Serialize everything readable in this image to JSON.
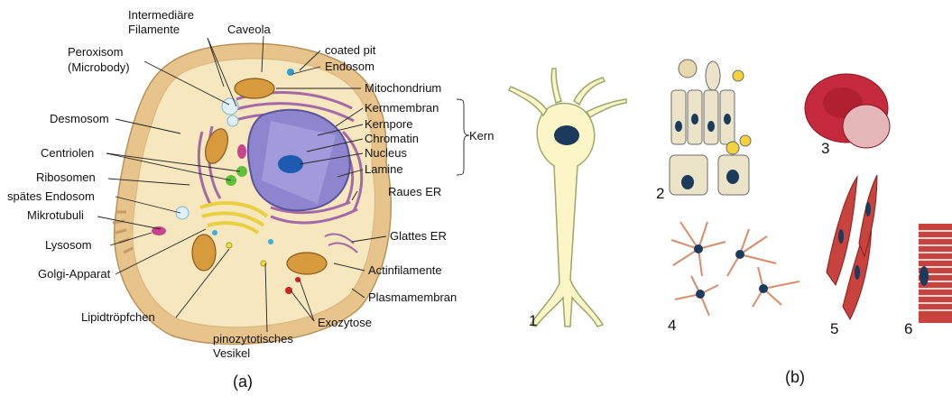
{
  "panel_a": {
    "caption": "(a)",
    "labels": {
      "intermediate_filaments_1": "Intermediäre",
      "intermediate_filaments_2": "Filamente",
      "caveola": "Caveola",
      "coated_pit": "coated pit",
      "endosome": "Endosom",
      "peroxisome_1": "Peroxisom",
      "peroxisome_2": "(Microbody)",
      "mitochondrion": "Mitochondrium",
      "desmosome": "Desmosom",
      "nuclear_membrane": "Kernmembran",
      "nuclear_pore": "Kernpore",
      "chromatin": "Chromatin",
      "nucleolus": "Nucleus",
      "lamina": "Lamine",
      "nucleus_group": "Kern",
      "centrioles": "Centriolen",
      "ribosomes": "Ribosomen",
      "late_endosome": "spätes Endosom",
      "microtubules": "Mikrotubuli",
      "rough_er": "Raues ER",
      "lysosome": "Lysosom",
      "smooth_er": "Glattes ER",
      "golgi": "Golgi-Apparat",
      "actin_filaments": "Actinfilamente",
      "plasma_membrane": "Plasmamembran",
      "lipid_droplet": "Lipidtröpfchen",
      "exocytosis": "Exozytose",
      "pinocytotic_1": "pinozytotisches",
      "pinocytotic_2": "Vesikel"
    }
  },
  "panel_b": {
    "caption": "(b)",
    "numbers": [
      "1",
      "2",
      "3",
      "4",
      "5",
      "6"
    ]
  },
  "colors": {
    "cytoplasm": "#f6e7bf",
    "cell_rim": "#e6c48c",
    "er": "#a36aa8",
    "nucleus": "#8d86cf",
    "mitochondria": "#d79a3c",
    "golgi": "#e8d040",
    "neuron_fill": "#fbf5c8",
    "neuron_outline": "#9aa86a",
    "nucleus_dark": "#1c3a5c",
    "rbc": "#c42a3c",
    "astro": "#d98c6a",
    "muscle": "#c8423e"
  }
}
